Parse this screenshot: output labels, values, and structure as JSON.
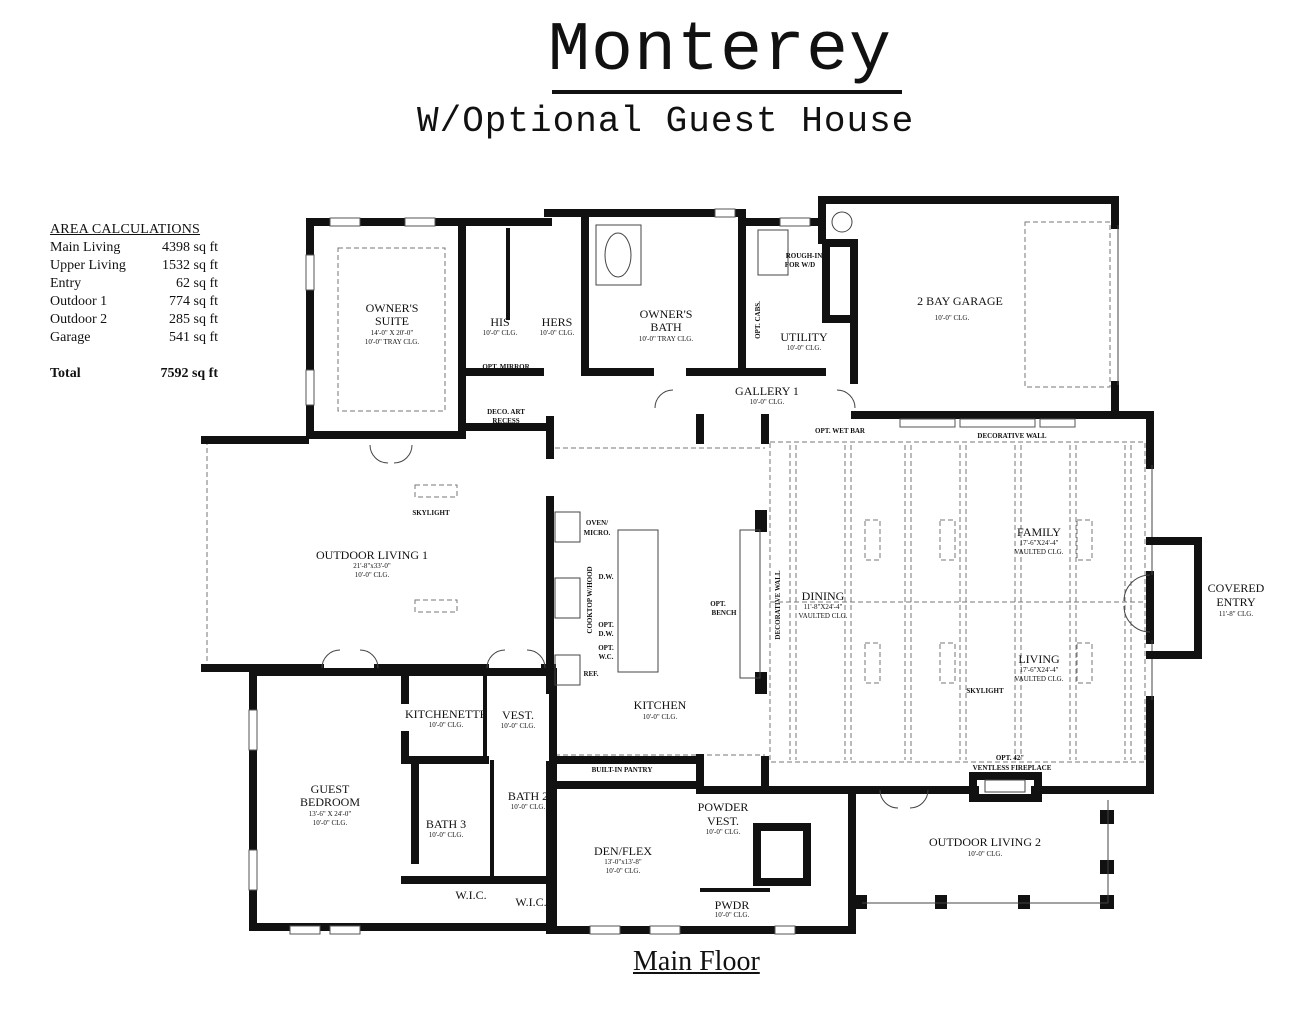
{
  "title": "Monterey",
  "subtitle": "W/Optional Guest House",
  "footer": "Main Floor",
  "area_calculations": {
    "heading": "AREA CALCULATIONS",
    "rows": [
      {
        "label": "Main Living",
        "value": "4398 sq ft"
      },
      {
        "label": "Upper Living",
        "value": "1532 sq ft"
      },
      {
        "label": "Entry",
        "value": "62 sq ft"
      },
      {
        "label": "Outdoor 1",
        "value": "774 sq ft"
      },
      {
        "label": "Outdoor 2",
        "value": "285 sq ft"
      },
      {
        "label": "Garage",
        "value": "541 sq ft"
      }
    ],
    "total": {
      "label": "Total",
      "value": "7592 sq ft"
    }
  },
  "rooms": {
    "owners_suite": {
      "name": [
        "OWNER'S",
        "SUITE"
      ],
      "dims": "14'-0\" X 20'-0\"",
      "ceiling": "10'-0\" TRAY CLG."
    },
    "his": {
      "name": "HIS",
      "ceiling": "10'-0\" CLG."
    },
    "hers": {
      "name": "HERS",
      "ceiling": "10'-0\" CLG."
    },
    "owners_bath": {
      "name": [
        "OWNER'S",
        "BATH"
      ],
      "ceiling": "10'-0\" TRAY CLG."
    },
    "utility": {
      "name": "UTILITY",
      "ceiling": "10'-0\" CLG."
    },
    "garage": {
      "name": "2 BAY GARAGE",
      "ceiling": "10'-0\" CLG."
    },
    "gallery": {
      "name": "GALLERY 1",
      "ceiling": "10'-0\" CLG."
    },
    "outdoor_living_1": {
      "name": "OUTDOOR LIVING 1",
      "dims": "21'-8\"x33'-0\"",
      "ceiling": "10'-0\" CLG."
    },
    "dining": {
      "name": "DINING",
      "dims": "11'-8\"X24'-4\"",
      "ceiling": "VAULTED CLG."
    },
    "family": {
      "name": "FAMILY",
      "dims": "17'-6\"X24'-4\"",
      "ceiling": "VAULTED CLG."
    },
    "living": {
      "name": "LIVING",
      "dims": "17'-6\"X24'-4\"",
      "ceiling": "VAULTED CLG."
    },
    "covered_entry": {
      "name": [
        "COVERED",
        "ENTRY"
      ],
      "ceiling": "11'-8\" CLG."
    },
    "kitchen": {
      "name": "KITCHEN",
      "ceiling": "10'-0\" CLG."
    },
    "kitchenette": {
      "name": "KITCHENETTE",
      "ceiling": "10'-0\" CLG."
    },
    "vest": {
      "name": "VEST.",
      "ceiling": "10'-0\" CLG."
    },
    "guest_bedroom": {
      "name": [
        "GUEST",
        "BEDROOM"
      ],
      "dims": "13'-6\" X 24'-0\"",
      "ceiling": "10'-0\" CLG."
    },
    "bath_2": {
      "name": "BATH 2",
      "ceiling": "10'-0\" CLG."
    },
    "bath_3": {
      "name": "BATH 3",
      "ceiling": "10'-0\" CLG."
    },
    "den_flex": {
      "name": "DEN/FLEX",
      "dims": "13'-0\"x13'-8\"",
      "ceiling": "10'-0\" CLG."
    },
    "powder_vest": {
      "name": [
        "POWDER",
        "VEST."
      ],
      "ceiling": "10'-0\" CLG."
    },
    "pwdr": {
      "name": "PWDR",
      "ceiling": "10'-0\" CLG."
    },
    "wic_1": {
      "name": "W.I.C."
    },
    "wic_2": {
      "name": "W.I.C."
    },
    "outdoor_living_2": {
      "name": "OUTDOOR LIVING 2",
      "ceiling": "10'-0\" CLG."
    }
  },
  "annotations": {
    "opt_mirror": "OPT. MIRROR",
    "deco_art": [
      "DECO. ART",
      "RECESS"
    ],
    "rough_in": [
      "ROUGH-IN",
      "FOR W/D"
    ],
    "opt_cabs": "OPT. CABS.",
    "opt_wet_bar": "OPT. WET BAR",
    "decorative_wall_top": "DECORATIVE WALL",
    "skylight_outdoor": "SKYLIGHT",
    "oven_micro": [
      "OVEN/",
      "MICRO."
    ],
    "cooktop": "COOKTOP W/HOOD",
    "dw": "D.W.",
    "opt_dw": [
      "OPT.",
      "D.W."
    ],
    "opt_wc": [
      "OPT.",
      "W.C."
    ],
    "ref": "REF.",
    "opt_bench": [
      "OPT.",
      "BENCH"
    ],
    "decorative_wall_vertical": "DECORATIVE WALL",
    "skylight_living": "SKYLIGHT",
    "fireplace": [
      "OPT. 42\"",
      "VENTLESS FIREPLACE"
    ],
    "built_in_pantry": "BUILT-IN PANTRY"
  }
}
